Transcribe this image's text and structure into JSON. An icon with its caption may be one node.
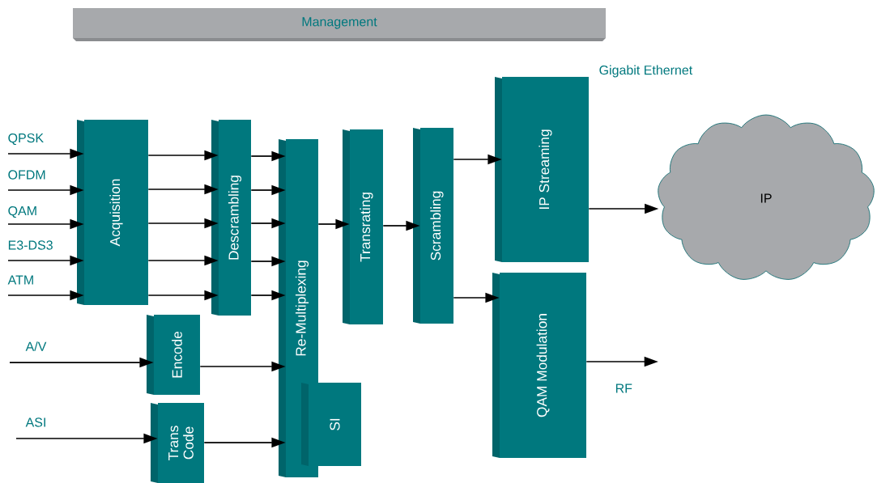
{
  "diagram": {
    "nodes": [
      {
        "text": [
          "Management"
        ]
      },
      {
        "text": [
          "Acquisition"
        ]
      },
      {
        "text": [
          "Descrambling"
        ]
      },
      {
        "text": [
          "Encode"
        ]
      },
      {
        "text": [
          "Trans Code"
        ]
      },
      {
        "text": [
          "Re-Multiplexing"
        ]
      },
      {
        "text": [
          "SI"
        ]
      },
      {
        "text": [
          "Transrating"
        ]
      },
      {
        "text": [
          "Scrambling"
        ]
      },
      {
        "text": [
          "IP Streaming"
        ],
        "beside": [
          "Gigabit Ethernet"
        ]
      },
      {
        "text": [
          "QAM Modulation"
        ]
      },
      {
        "text": [
          "IP"
        ]
      }
    ],
    "edges": [
      {
        "from": null,
        "to": 1,
        "arrow": "to",
        "label": "QPSK"
      },
      {
        "from": null,
        "to": 1,
        "arrow": "to",
        "label": "OFDM"
      },
      {
        "from": null,
        "to": 1,
        "arrow": "to",
        "label": "QAM"
      },
      {
        "from": null,
        "to": 1,
        "arrow": "to",
        "label": "E3-DS3"
      },
      {
        "from": null,
        "to": 1,
        "arrow": "to",
        "label": "ATM"
      },
      {
        "from": 1,
        "to": 2,
        "arrow": "to"
      },
      {
        "from": 1,
        "to": 2,
        "arrow": "to"
      },
      {
        "from": 1,
        "to": 2,
        "arrow": "to"
      },
      {
        "from": 1,
        "to": 2,
        "arrow": "to"
      },
      {
        "from": 1,
        "to": 2,
        "arrow": "to"
      },
      {
        "from": 2,
        "to": 5,
        "arrow": "to"
      },
      {
        "from": 2,
        "to": 5,
        "arrow": "to"
      },
      {
        "from": 2,
        "to": 5,
        "arrow": "to"
      },
      {
        "from": 2,
        "to": 5,
        "arrow": "to"
      },
      {
        "from": 2,
        "to": 5,
        "arrow": "to"
      },
      {
        "from": null,
        "to": 3,
        "arrow": "to",
        "label": "A/V"
      },
      {
        "from": null,
        "to": 4,
        "arrow": "to",
        "label": "ASI"
      },
      {
        "from": 3,
        "to": 5,
        "arrow": "to"
      },
      {
        "from": 4,
        "to": 5,
        "arrow": "to"
      },
      {
        "from": 5,
        "to": 7,
        "arrow": "to"
      },
      {
        "from": 7,
        "to": 8,
        "arrow": "to"
      },
      {
        "from": 8,
        "to": 9,
        "arrow": "to"
      },
      {
        "from": 8,
        "to": 10,
        "arrow": "to"
      },
      {
        "from": 9,
        "to": 11,
        "arrow": "to"
      },
      {
        "from": 10,
        "to": null,
        "arrow": "to",
        "label": "RF"
      }
    ]
  }
}
